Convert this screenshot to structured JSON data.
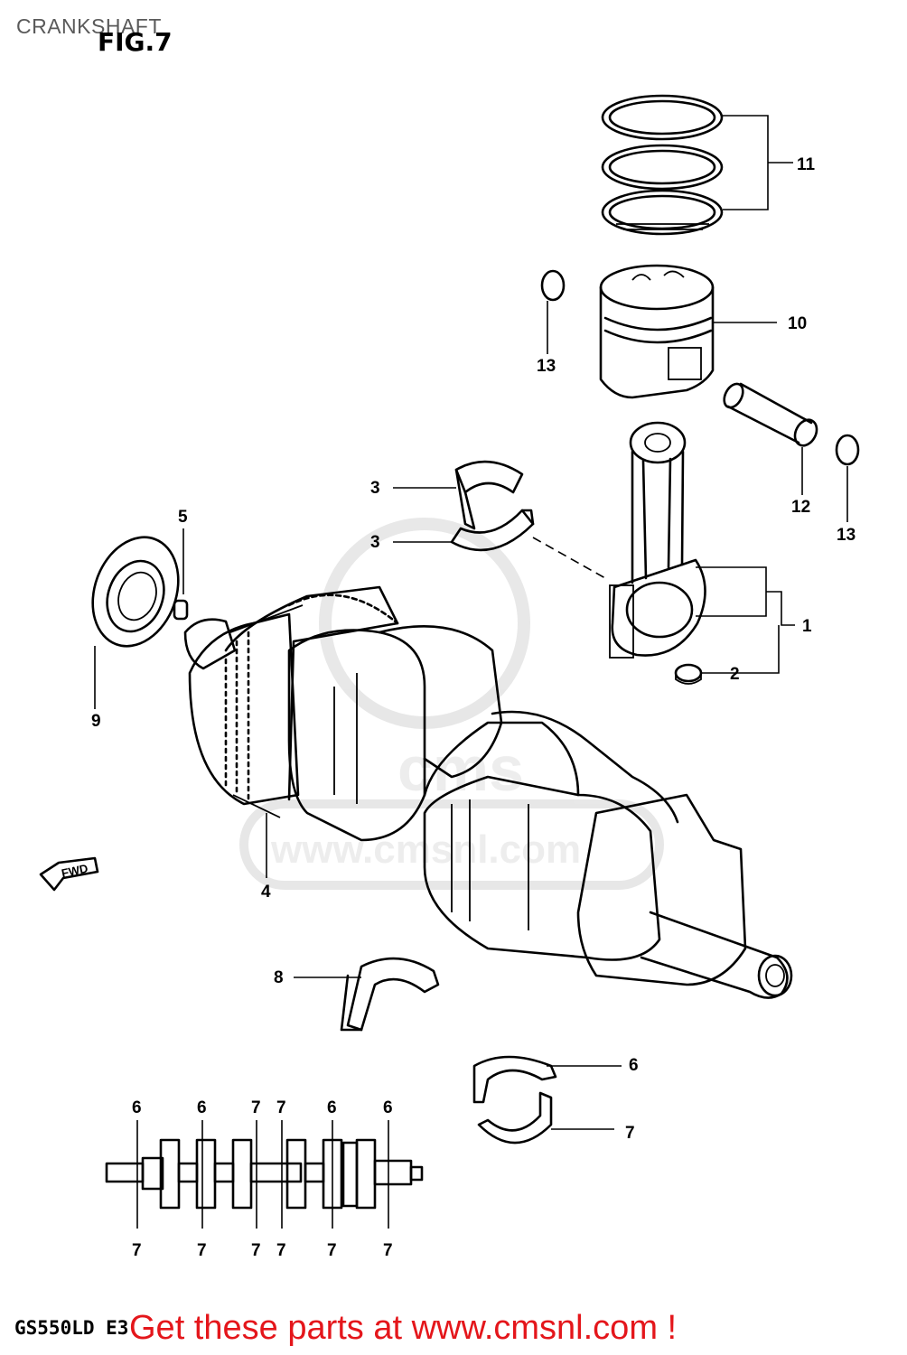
{
  "page": {
    "title": "CRANKSHAFT",
    "figure": "FIG.7",
    "model": "GS550LD  E3",
    "promo": "Get these parts at www.cmsnl.com !"
  },
  "watermark": {
    "text": "www.cmsnl.com",
    "brand": "cms"
  },
  "fwd_label": "FWD",
  "callouts": [
    {
      "id": "c1",
      "text": "1"
    },
    {
      "id": "c2",
      "text": "2"
    },
    {
      "id": "c3a",
      "text": "3"
    },
    {
      "id": "c3b",
      "text": "3"
    },
    {
      "id": "c4",
      "text": "4"
    },
    {
      "id": "c5",
      "text": "5"
    },
    {
      "id": "c6",
      "text": "6"
    },
    {
      "id": "c7",
      "text": "7"
    },
    {
      "id": "c8",
      "text": "8"
    },
    {
      "id": "c9",
      "text": "9"
    },
    {
      "id": "c10",
      "text": "10"
    },
    {
      "id": "c11",
      "text": "11"
    },
    {
      "id": "c12",
      "text": "12"
    },
    {
      "id": "c13a",
      "text": "13"
    },
    {
      "id": "c13b",
      "text": "13"
    }
  ],
  "schematic_labels": {
    "top": [
      "6",
      "6",
      "7",
      "7",
      "6",
      "6"
    ],
    "bottom": [
      "7",
      "7",
      "7",
      "7",
      "7",
      "7"
    ]
  },
  "colors": {
    "line": "#000000",
    "promo": "#e4161b",
    "title": "#5a5a5a",
    "watermark": "#d8d8d8"
  }
}
